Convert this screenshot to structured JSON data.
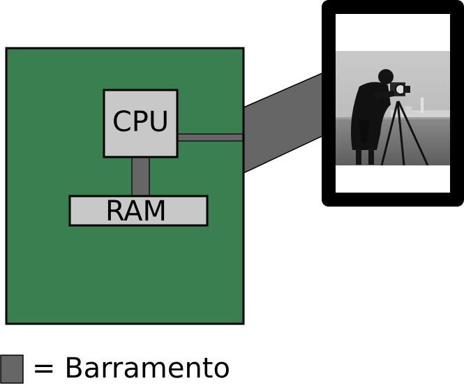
{
  "diagram": {
    "cpu_label": "CPU",
    "ram_label": "RAM",
    "legend": {
      "symbol_meaning": "= Barramento"
    },
    "monitor": {
      "screen_image": "photographer-with-camera-on-tripod"
    }
  },
  "colors": {
    "board": "#3a7f50",
    "bus": "#666666",
    "component": "#c8c8c8",
    "monitor_frame": "#000000",
    "screen": "#ffffff",
    "outline": "#000000"
  }
}
